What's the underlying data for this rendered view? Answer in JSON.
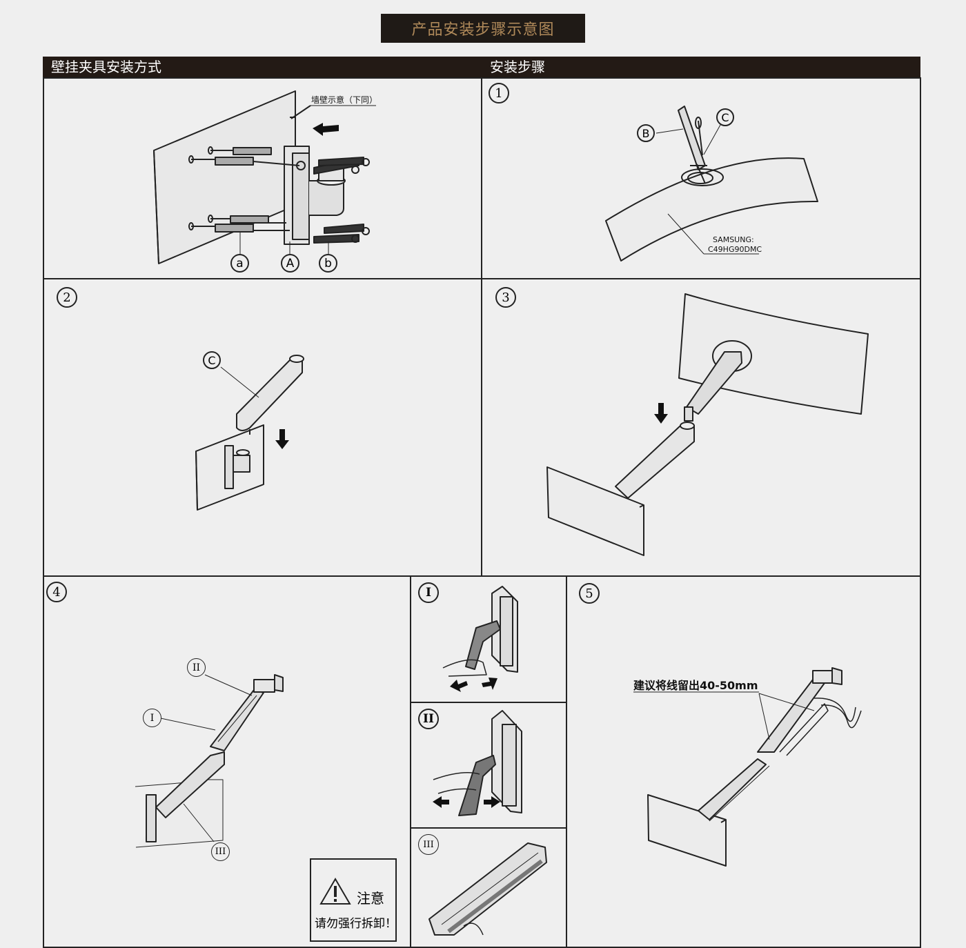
{
  "title": "产品安装步骤示意图",
  "headers": {
    "wall_clamp": "壁挂夹具安装方式",
    "steps": "安装步骤"
  },
  "panel_wall": {
    "wall_note": "墙壁示意（下同）",
    "labels": {
      "a": "a",
      "A": "A",
      "b": "b"
    }
  },
  "step_numbers": [
    "1",
    "2",
    "3",
    "4",
    "5"
  ],
  "step1": {
    "B": "B",
    "C": "C",
    "model_line1": "SAMSUNG:",
    "model_line2": "C49HG90DMC"
  },
  "step2": {
    "C": "C"
  },
  "step4": {
    "roman": [
      "I",
      "II",
      "III"
    ]
  },
  "sub_steps": [
    "I",
    "II",
    "III"
  ],
  "caution": {
    "heading": "注意",
    "text": "请勿强行拆卸！"
  },
  "step5": {
    "cable_note": "建议将线留出40-50mm"
  }
}
